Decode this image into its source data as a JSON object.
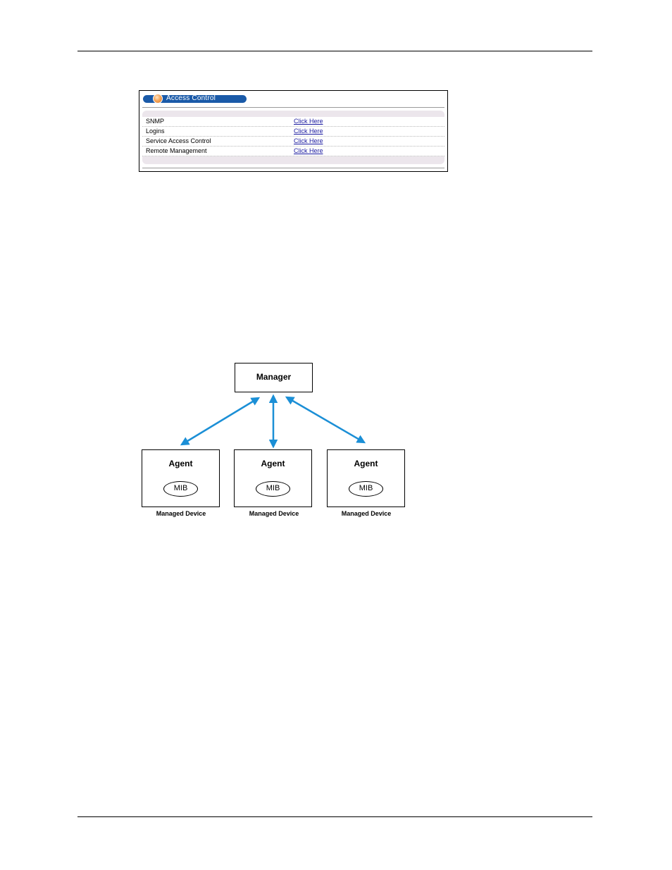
{
  "panel": {
    "title": "Access Control",
    "rows": [
      {
        "label": "SNMP",
        "link": "Click Here"
      },
      {
        "label": "Logins",
        "link": "Click Here"
      },
      {
        "label": "Service Access Control",
        "link": "Click Here"
      },
      {
        "label": "Remote Management",
        "link": "Click Here"
      }
    ]
  },
  "diagram": {
    "manager": "Manager",
    "agents": [
      {
        "label": "Agent",
        "mib": "MIB",
        "caption": "Managed Device"
      },
      {
        "label": "Agent",
        "mib": "MIB",
        "caption": "Managed Device"
      },
      {
        "label": "Agent",
        "mib": "MIB",
        "caption": "Managed Device"
      }
    ],
    "arrow_color": "#1b8fd6"
  }
}
